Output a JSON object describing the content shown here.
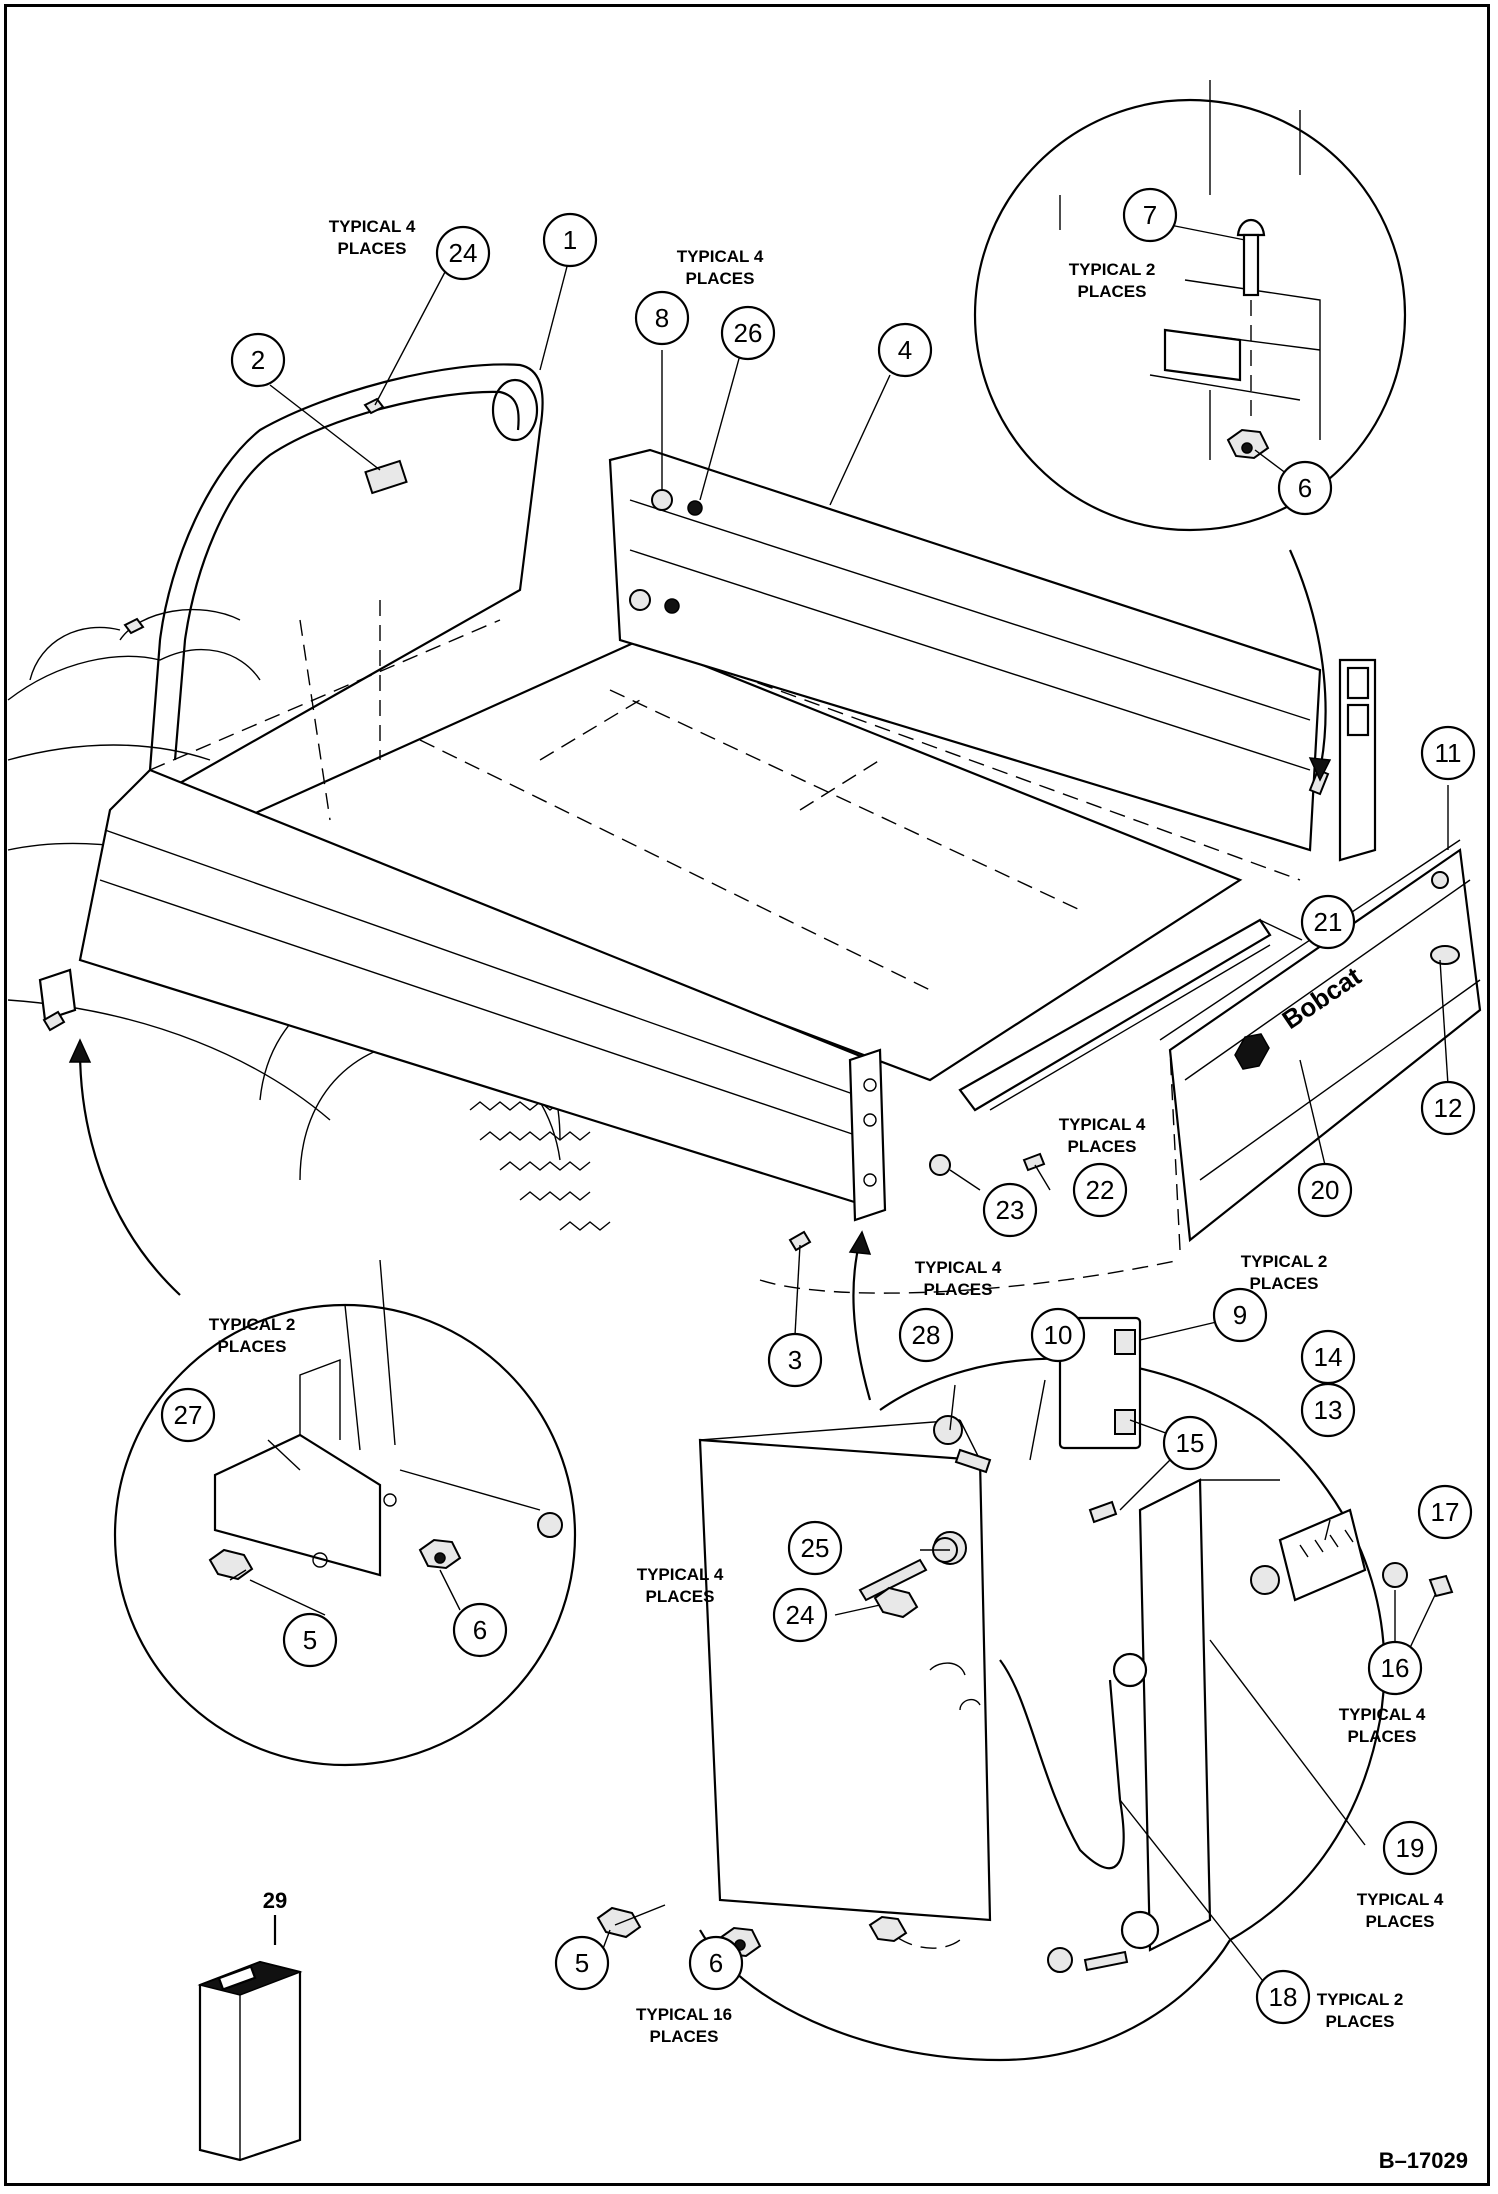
{
  "diagram": {
    "drawing_number": "B–17029",
    "logo_text": "Bobcat",
    "callouts": [
      {
        "id": "c1",
        "num": "1"
      },
      {
        "id": "c2",
        "num": "2"
      },
      {
        "id": "c3",
        "num": "3"
      },
      {
        "id": "c4",
        "num": "4"
      },
      {
        "id": "c5a",
        "num": "5"
      },
      {
        "id": "c5b",
        "num": "5"
      },
      {
        "id": "c6a",
        "num": "6"
      },
      {
        "id": "c6b",
        "num": "6"
      },
      {
        "id": "c6c",
        "num": "6"
      },
      {
        "id": "c7",
        "num": "7"
      },
      {
        "id": "c8",
        "num": "8"
      },
      {
        "id": "c9",
        "num": "9"
      },
      {
        "id": "c10",
        "num": "10"
      },
      {
        "id": "c11",
        "num": "11"
      },
      {
        "id": "c12",
        "num": "12"
      },
      {
        "id": "c13",
        "num": "13"
      },
      {
        "id": "c14",
        "num": "14"
      },
      {
        "id": "c15",
        "num": "15"
      },
      {
        "id": "c16",
        "num": "16"
      },
      {
        "id": "c17",
        "num": "17"
      },
      {
        "id": "c18",
        "num": "18"
      },
      {
        "id": "c19",
        "num": "19"
      },
      {
        "id": "c20",
        "num": "20"
      },
      {
        "id": "c21",
        "num": "21"
      },
      {
        "id": "c22",
        "num": "22"
      },
      {
        "id": "c23",
        "num": "23"
      },
      {
        "id": "c24a",
        "num": "24"
      },
      {
        "id": "c24b",
        "num": "24"
      },
      {
        "id": "c25",
        "num": "25"
      },
      {
        "id": "c26",
        "num": "26"
      },
      {
        "id": "c27",
        "num": "27"
      },
      {
        "id": "c28",
        "num": "28"
      }
    ],
    "notes": [
      {
        "id": "n1",
        "line1": "TYPICAL 4",
        "line2": "PLACES"
      },
      {
        "id": "n2",
        "line1": "TYPICAL 4",
        "line2": "PLACES"
      },
      {
        "id": "n3",
        "line1": "TYPICAL 2",
        "line2": "PLACES"
      },
      {
        "id": "n4",
        "line1": "TYPICAL 4",
        "line2": "PLACES"
      },
      {
        "id": "n5",
        "line1": "TYPICAL 2",
        "line2": "PLACES"
      },
      {
        "id": "n6",
        "line1": "TYPICAL 4",
        "line2": "PLACES"
      },
      {
        "id": "n7",
        "line1": "TYPICAL 2",
        "line2": "PLACES"
      },
      {
        "id": "n8",
        "line1": "TYPICAL 4",
        "line2": "PLACES"
      },
      {
        "id": "n9",
        "line1": "TYPICAL 4",
        "line2": "PLACES"
      },
      {
        "id": "n10",
        "line1": "TYPICAL 4",
        "line2": "PLACES"
      },
      {
        "id": "n11",
        "line1": "TYPICAL 16",
        "line2": "PLACES"
      },
      {
        "id": "n12",
        "line1": "TYPICAL 2",
        "line2": "PLACES"
      }
    ],
    "kit_label": "29"
  }
}
